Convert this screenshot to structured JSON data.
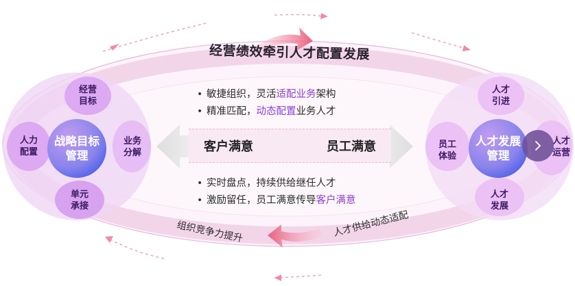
{
  "top_banner": {
    "text": "经营绩效牵引人才配置发展"
  },
  "center": {
    "upper_bullets": [
      {
        "prefix": "敏捷组织，灵活",
        "highlight": "适配业务",
        "suffix": "架构"
      },
      {
        "prefix": "精准匹配，",
        "highlight": "动态配置",
        "suffix": "业务人才"
      }
    ],
    "band": {
      "left": "客户满意",
      "right": "员工满意"
    },
    "lower_bullets": [
      {
        "prefix": "实时盘点，持续供给继任人才",
        "highlight": "",
        "suffix": ""
      },
      {
        "prefix": "激励留任，员工满意传导",
        "highlight": "客户满意",
        "suffix": ""
      }
    ],
    "bullet_glyph": "•"
  },
  "left_cluster": {
    "core": {
      "line1": "战略目标",
      "line2": "管理"
    },
    "petals": {
      "top": {
        "line1": "经营",
        "line2": "目标"
      },
      "left": {
        "line1": "人力",
        "line2": "配置"
      },
      "right": {
        "line1": "业务",
        "line2": "分解"
      },
      "bottom": {
        "line1": "单元",
        "line2": "承接"
      }
    }
  },
  "right_cluster": {
    "core": {
      "line1": "人才发展",
      "line2": "管理"
    },
    "petals": {
      "top": {
        "line1": "人才",
        "line2": "引进"
      },
      "left": {
        "line1": "员工",
        "line2": "体验"
      },
      "right": {
        "line1": "人才",
        "line2": "运营"
      },
      "bottom": {
        "line1": "人才",
        "line2": "发展"
      }
    }
  },
  "bottom_curve": {
    "left_text": "组织竞争力提升",
    "right_text": "人才供给动态适配"
  },
  "controls": {
    "next_glyph": "›"
  },
  "colors": {
    "highlight": "#8a3fd0",
    "petal": "#e3b8f5",
    "core_start": "#b18be8",
    "core_end": "#4f5fe6",
    "ring": "#f3d6ec",
    "arrow": "#ec6f8f"
  }
}
